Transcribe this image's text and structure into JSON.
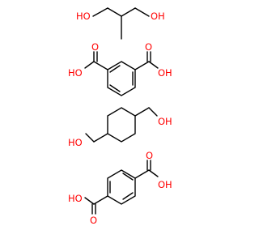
{
  "molecules": [
    {
      "name": "2-methyl-1,3-propanediol",
      "labels": {
        "left": "HO",
        "right": "OH"
      }
    },
    {
      "name": "isophthalic acid",
      "labels": {
        "o_left": "O",
        "o_right": "O",
        "oh_left": "HO",
        "oh_right": "OH"
      }
    },
    {
      "name": "1,4-cyclohexanedimethanol",
      "labels": {
        "oh_top": "OH",
        "oh_bottom": "HO"
      }
    },
    {
      "name": "terephthalic acid",
      "labels": {
        "o_top": "O",
        "oh_top": "OH",
        "o_bottom": "O",
        "oh_bottom": "HO"
      }
    }
  ],
  "colors": {
    "bond": "#000000",
    "oxygen": "#ff0000",
    "background": "#ffffff"
  }
}
